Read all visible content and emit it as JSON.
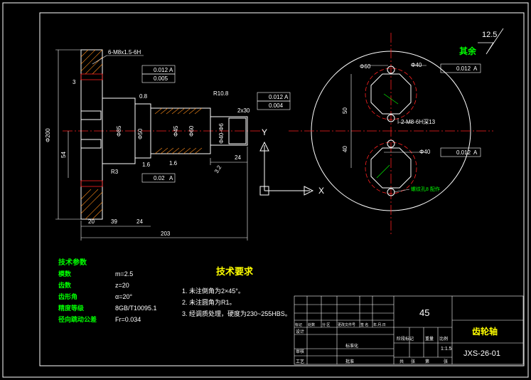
{
  "drawing": {
    "title": "齿轮轴",
    "drawing_number": "JXS-26-01",
    "material": "45",
    "scale": "1:1.5",
    "surface_rest_label": "其余",
    "surface_rest_value": "12.5"
  },
  "tech_params": {
    "heading": "技术参数",
    "rows": [
      {
        "label": "模数",
        "value": "m=2.5"
      },
      {
        "label": "齿数",
        "value": "z=20"
      },
      {
        "label": "齿形角",
        "value": "α=20°"
      },
      {
        "label": "精度等级",
        "value": "8GB/T10095.1"
      },
      {
        "label": "径向跳动公差",
        "value": "Fr=0.034"
      }
    ]
  },
  "tech_requirements": {
    "heading": "技术要求",
    "items": [
      "1. 未注倒角为2×45°。",
      "2. 未注圆角为R1。",
      "3. 经调质处理，硬度为230~255HBS。"
    ]
  },
  "title_block": {
    "row_labels": [
      "标记",
      "处数",
      "分 区",
      "更改文件号",
      "签 名",
      "年.月.日"
    ],
    "stage_labels": [
      "阶段标记",
      "重量",
      "比例"
    ],
    "sheet_labels": [
      "共",
      "张",
      "第",
      "张"
    ],
    "sign_labels": [
      "审核",
      "工艺",
      "批准"
    ],
    "small_labels": [
      "设计",
      "标准化"
    ]
  },
  "dimensions": {
    "thread": "6-M8x1.5-6H",
    "d200": "Φ200",
    "d54": "54",
    "d3": "3",
    "r3": "R3",
    "d85": "Φ85",
    "d60": "Φ60",
    "d45": "Φ45",
    "d50": "Φ50",
    "d40h6": "Φ40-Φ6",
    "r10": "R10.8",
    "cham": "2x30",
    "w20": "20",
    "w39": "39",
    "w24a": "24",
    "w24b": "24",
    "total": "203",
    "tol1": "0.012",
    "tol2": "0.005",
    "tol3": "0.012",
    "tol4": "0.004",
    "tol5": "0.02",
    "datum": "A",
    "ra08": "0.8",
    "ra16a": "1.6",
    "ra16b": "1.6",
    "ra32": "3.2",
    "right_d60": "Φ60",
    "right_d40a": "Φ40",
    "right_d40b": "Φ40",
    "right_tol_a": "0.012",
    "right_tol_b": "0.012",
    "right_50": "50",
    "right_40": "40",
    "right_thread": "2-M8-6H深13",
    "right_note": "螺纹孔8\n配作",
    "axis_x": "X",
    "axis_y": "Y"
  }
}
